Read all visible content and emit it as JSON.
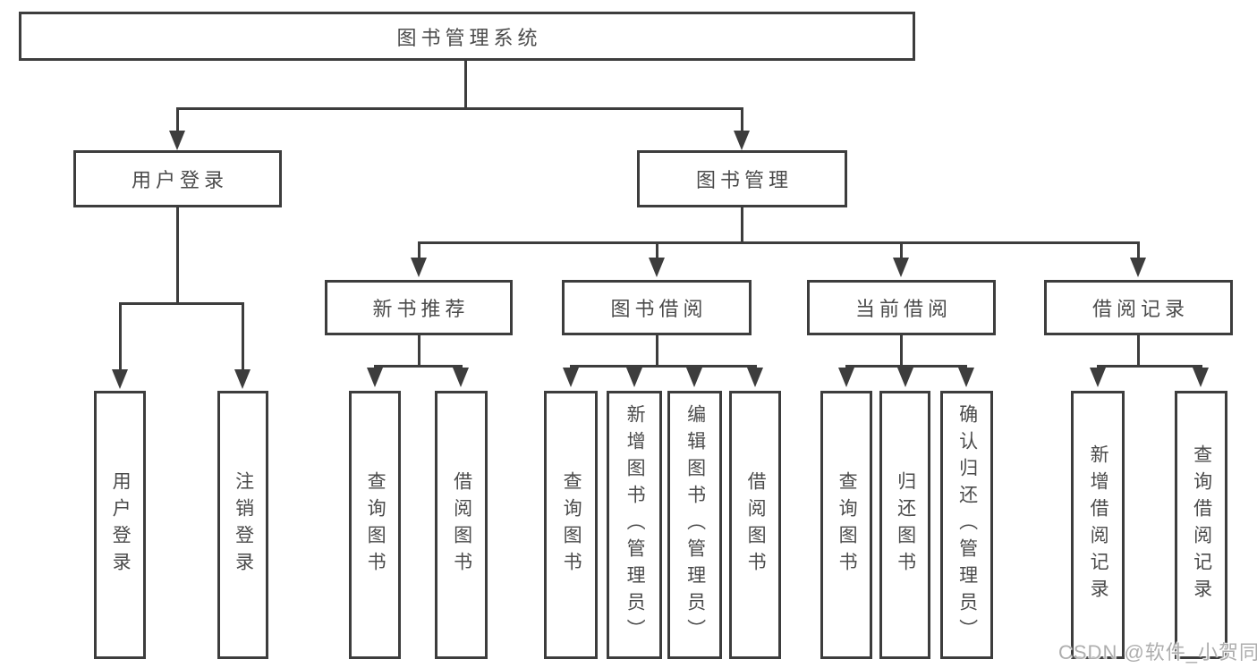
{
  "diagram": {
    "title": "图书管理系统",
    "tree": {
      "label": "图书管理系统",
      "children": [
        {
          "label": "用户登录",
          "children": [
            {
              "label": "用户登录"
            },
            {
              "label": "注销登录"
            }
          ]
        },
        {
          "label": "图书管理",
          "children": [
            {
              "label": "新书推荐",
              "children": [
                {
                  "label": "查询图书"
                },
                {
                  "label": "借阅图书"
                }
              ]
            },
            {
              "label": "图书借阅",
              "children": [
                {
                  "label": "查询图书"
                },
                {
                  "label": "新增图书（管理员）"
                },
                {
                  "label": "编辑图书（管理员）"
                },
                {
                  "label": "借阅图书"
                }
              ]
            },
            {
              "label": "当前借阅",
              "children": [
                {
                  "label": "查询图书"
                },
                {
                  "label": "归还图书"
                },
                {
                  "label": "确认归还（管理员）"
                }
              ]
            },
            {
              "label": "借阅记录",
              "children": [
                {
                  "label": "新增借阅记录"
                },
                {
                  "label": "查询借阅记录"
                }
              ]
            }
          ]
        }
      ]
    },
    "colors": {
      "line": "#3d3d3d",
      "text": "#4b4b4b",
      "watermark_text": "#aeaeae",
      "background": "#ffffff"
    }
  },
  "watermark": "CSDN @软件_小贺同学"
}
